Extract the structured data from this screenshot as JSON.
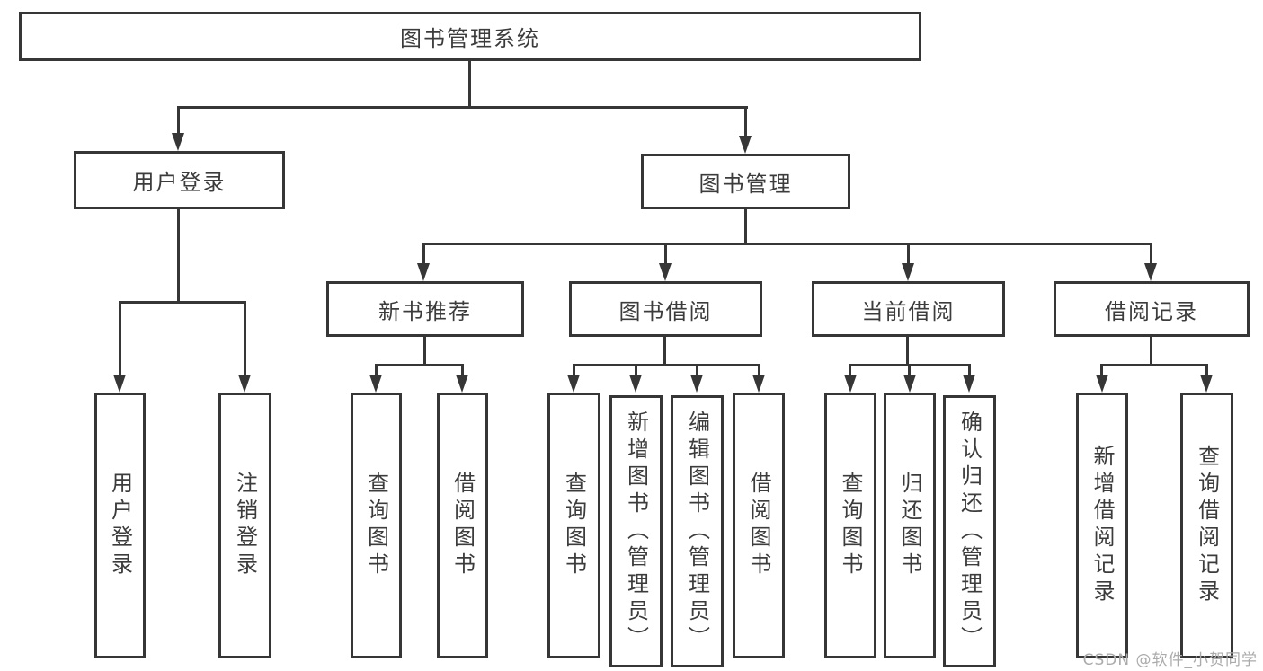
{
  "tree": {
    "root": {
      "label": "图书管理系统"
    },
    "branches": [
      {
        "label": "用户登录",
        "children": [
          {
            "label": "用户登录"
          },
          {
            "label": "注销登录"
          }
        ]
      },
      {
        "label": "图书管理",
        "groups": [
          {
            "label": "新书推荐",
            "children": [
              {
                "label": "查询图书"
              },
              {
                "label": "借阅图书"
              }
            ]
          },
          {
            "label": "图书借阅",
            "children": [
              {
                "label": "查询图书"
              },
              {
                "label": "新增图书（管理员）"
              },
              {
                "label": "编辑图书（管理员）"
              },
              {
                "label": "借阅图书"
              }
            ]
          },
          {
            "label": "当前借阅",
            "children": [
              {
                "label": "查询图书"
              },
              {
                "label": "归还图书"
              },
              {
                "label": "确认归还（管理员）"
              }
            ]
          },
          {
            "label": "借阅记录",
            "children": [
              {
                "label": "新增借阅记录"
              },
              {
                "label": "查询借阅记录"
              }
            ]
          }
        ]
      }
    ]
  },
  "watermark": "CSDN @软件_小贺同学",
  "colors": {
    "line": "#363636",
    "text": "#3c3c3c",
    "background": "#ffffff",
    "watermark": "#ababab"
  }
}
